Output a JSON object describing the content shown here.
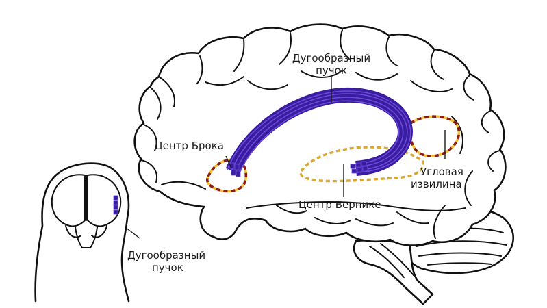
{
  "labels": {
    "arcuate_top_line1": "Дугообразный",
    "arcuate_top_line2": "пучок",
    "broca": "Центр  Брока",
    "angular_line1": "Угловая",
    "angular_line2": "извилина",
    "wernicke": "Центр  Вернике",
    "arcuate_bottom_line1": "Дугообразный",
    "arcuate_bottom_line2": "пучок"
  },
  "colors": {
    "fasciculus": "#3a1ca0",
    "fasciculus_highlight": "#6a4ad8",
    "broca_dash": "#8b1a1a",
    "broca_gap": "#f2c230",
    "wernicke_dash": "#d8a830",
    "angular_dash": "#8b1a1a",
    "angular_gap": "#f2c230",
    "outline": "#111111"
  }
}
